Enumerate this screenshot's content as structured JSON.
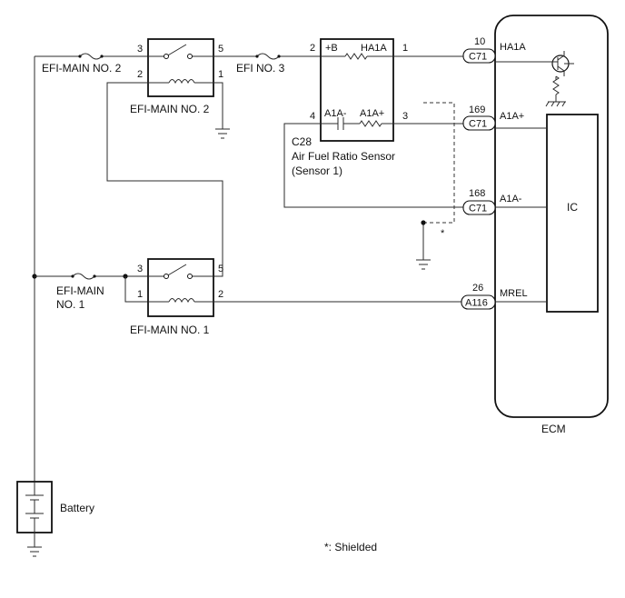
{
  "components": {
    "efi_main_no2_fuse": "EFI-MAIN NO. 2",
    "efi_main_no2_relay": "EFI-MAIN NO. 2",
    "efi_no3_fuse": "EFI NO. 3",
    "efi_main_fuse_line1": "EFI-MAIN",
    "efi_main_fuse_line2": "NO. 1",
    "efi_main_no1_relay": "EFI-MAIN NO. 1",
    "battery": "Battery",
    "ecm": "ECM",
    "ic": "IC",
    "sensor_code": "C28",
    "sensor_name_line1": "Air Fuel Ratio Sensor",
    "sensor_name_line2": "(Sensor 1)"
  },
  "relay2_pins": {
    "p3": "3",
    "p5": "5",
    "p2": "2",
    "p1": "1"
  },
  "relay1_pins": {
    "p3": "3",
    "p5": "5",
    "p1": "1",
    "p2": "2"
  },
  "sensor_pins": {
    "p2": "2",
    "b": "+B",
    "ha1a": "HA1A",
    "p1": "1",
    "p4": "4",
    "a1a_minus": "A1A-",
    "a1a_plus": "A1A+",
    "p3": "3"
  },
  "ecm_terminals": [
    {
      "pin": "10",
      "connector": "C71",
      "signal": "HA1A"
    },
    {
      "pin": "169",
      "connector": "C71",
      "signal": "A1A+"
    },
    {
      "pin": "168",
      "connector": "C71",
      "signal": "A1A-"
    },
    {
      "pin": "26",
      "connector": "A116",
      "signal": "MREL"
    }
  ],
  "shield_marker": "*",
  "note": "*: Shielded"
}
